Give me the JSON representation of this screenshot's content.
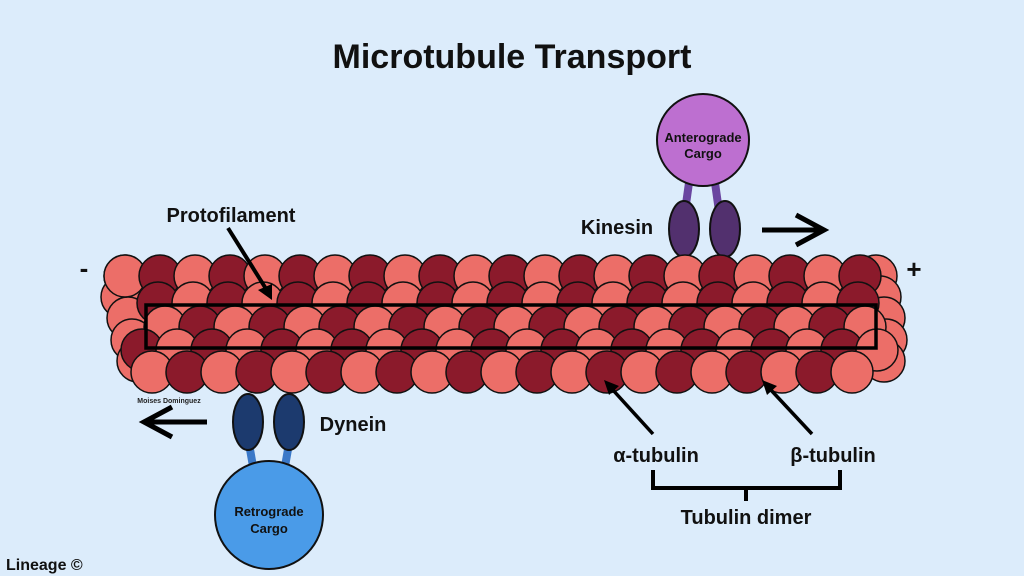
{
  "title": "Microtubule Transport",
  "labels": {
    "protofilament": "Protofilament",
    "kinesin": "Kinesin",
    "dynein": "Dynein",
    "alpha_tubulin": "α-tubulin",
    "beta_tubulin": "β-tubulin",
    "tubulin_dimer": "Tubulin dimer",
    "minus_end": "-",
    "plus_end": "+",
    "anterograde_cargo": [
      "Anterograde",
      "Cargo"
    ],
    "retrograde_cargo": [
      "Retrograde",
      "Cargo"
    ],
    "author_credit": "Moises Dominguez",
    "watermark": "Lineage ©"
  },
  "colors": {
    "background": "#dcecfb",
    "alpha_tubulin": "#8b1a2b",
    "beta_tubulin": "#ec6e68",
    "kinesin": "#52306e",
    "kinesin_stalk": "#6a45a0",
    "anterograde_cargo": "#bd6fd0",
    "dynein": "#1c3a6e",
    "dynein_stalk": "#3a78c8",
    "retrograde_cargo": "#4a9be8",
    "outline": "#111111"
  },
  "microtubule": {
    "rows": 5,
    "subunits_per_row": 22
  }
}
